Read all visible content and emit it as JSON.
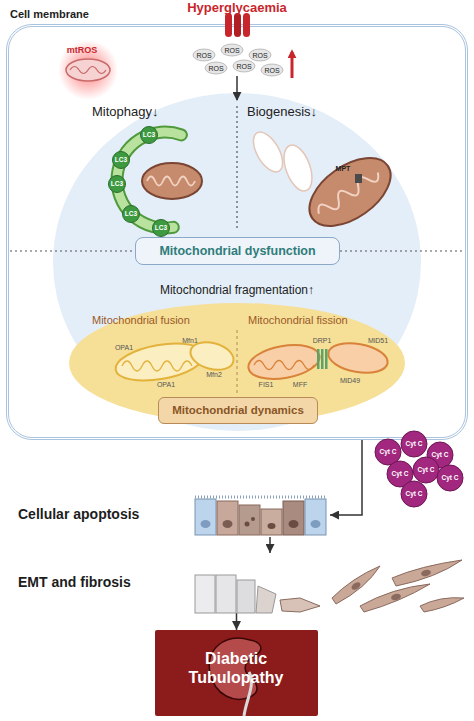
{
  "diagram": {
    "nodes": [
      {
        "text": [
          "Cell membrane"
        ]
      },
      {
        "text": [
          "Mitophagy↓",
          "Biogenesis↓"
        ],
        "in": 0
      },
      {
        "text": [
          "Mitochondrial dysfunction"
        ],
        "in": 1
      },
      {
        "text": [
          "Mitochondrial fusion",
          "Mitochondrial fission"
        ],
        "in": 0
      },
      {
        "text": [
          "Mitochondrial dynamics"
        ],
        "in": 3
      },
      {
        "text": [
          "Cellular apoptosis"
        ]
      },
      {
        "text": [
          "EMT and fibrosis"
        ]
      },
      {
        "text": [
          "Diabetic Tubulopathy"
        ]
      }
    ],
    "edges": [
      {
        "from": 0,
        "to": 5,
        "arrow": "to"
      },
      {
        "from": 5,
        "to": 6,
        "arrow": "to"
      },
      {
        "from": 6,
        "to": 7,
        "arrow": "to"
      }
    ],
    "labels": [
      "Hyperglycaemia",
      "mtROS",
      "ROS",
      "ROS",
      "ROS",
      "ROS",
      "ROS",
      "ROS",
      "LC3",
      "LC3",
      "LC3",
      "LC3",
      "LC3",
      "MPT",
      "Mitochondrial fragmentation↑",
      "OPA1",
      "Mfn1",
      "Mfn2",
      "OPA1",
      "DRP1",
      "MFF",
      "FIS1",
      "MiD49",
      "MiD51",
      "Cyt C",
      "Cyt C",
      "Cyt C",
      "Cyt C",
      "Cyt C",
      "Cyt C",
      "Cyt C"
    ]
  }
}
